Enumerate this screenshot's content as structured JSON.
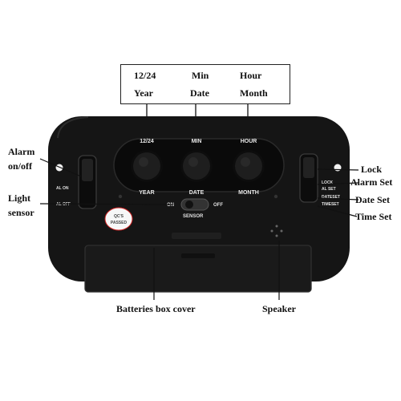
{
  "top_labels": {
    "row1": [
      "12/24",
      "Min",
      "Hour"
    ],
    "row2": [
      "Year",
      "Date",
      "Month"
    ]
  },
  "callouts": {
    "alarm": "Alarm\non/off",
    "light_sensor": "Light\nsensor",
    "lock": "Lock",
    "alarm_set": "Alarm Set",
    "date_set": "Date Set",
    "time_set": "Time Set",
    "battery_cover": "Batteries box cover",
    "speaker": "Speaker"
  },
  "device_text": {
    "btn_top": [
      "12/24",
      "MIN",
      "HOUR"
    ],
    "btn_bottom": [
      "YEAR",
      "DATE",
      "MONTH"
    ],
    "al_on": "AL ON",
    "al_off": "AL OFF",
    "sensor_on": "ON",
    "sensor_off": "OFF",
    "sensor": "SENSOR",
    "qc1": "QC'S",
    "qc2": "PASSED",
    "right_switch": [
      "LOCK",
      "AL SET",
      "DATESET",
      "TIMESET"
    ]
  }
}
